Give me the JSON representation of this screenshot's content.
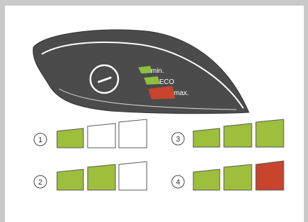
{
  "panel": {
    "labels": {
      "min": "min.",
      "eco": "ECO",
      "max": "max."
    },
    "colors": {
      "body": "#4b4b4b",
      "green": "#9dbf3b",
      "red": "#c8442c",
      "lamp_min": "#8fbf3f",
      "lamp_eco": "#8fbf3f",
      "lamp_max": "#c8442c"
    }
  },
  "levels": [
    {
      "number": "1",
      "bars": [
        "green",
        "empty",
        "empty"
      ]
    },
    {
      "number": "2",
      "bars": [
        "green",
        "green",
        "empty"
      ]
    },
    {
      "number": "3",
      "bars": [
        "green",
        "green",
        "green"
      ]
    },
    {
      "number": "4",
      "bars": [
        "green",
        "green",
        "red"
      ]
    }
  ]
}
